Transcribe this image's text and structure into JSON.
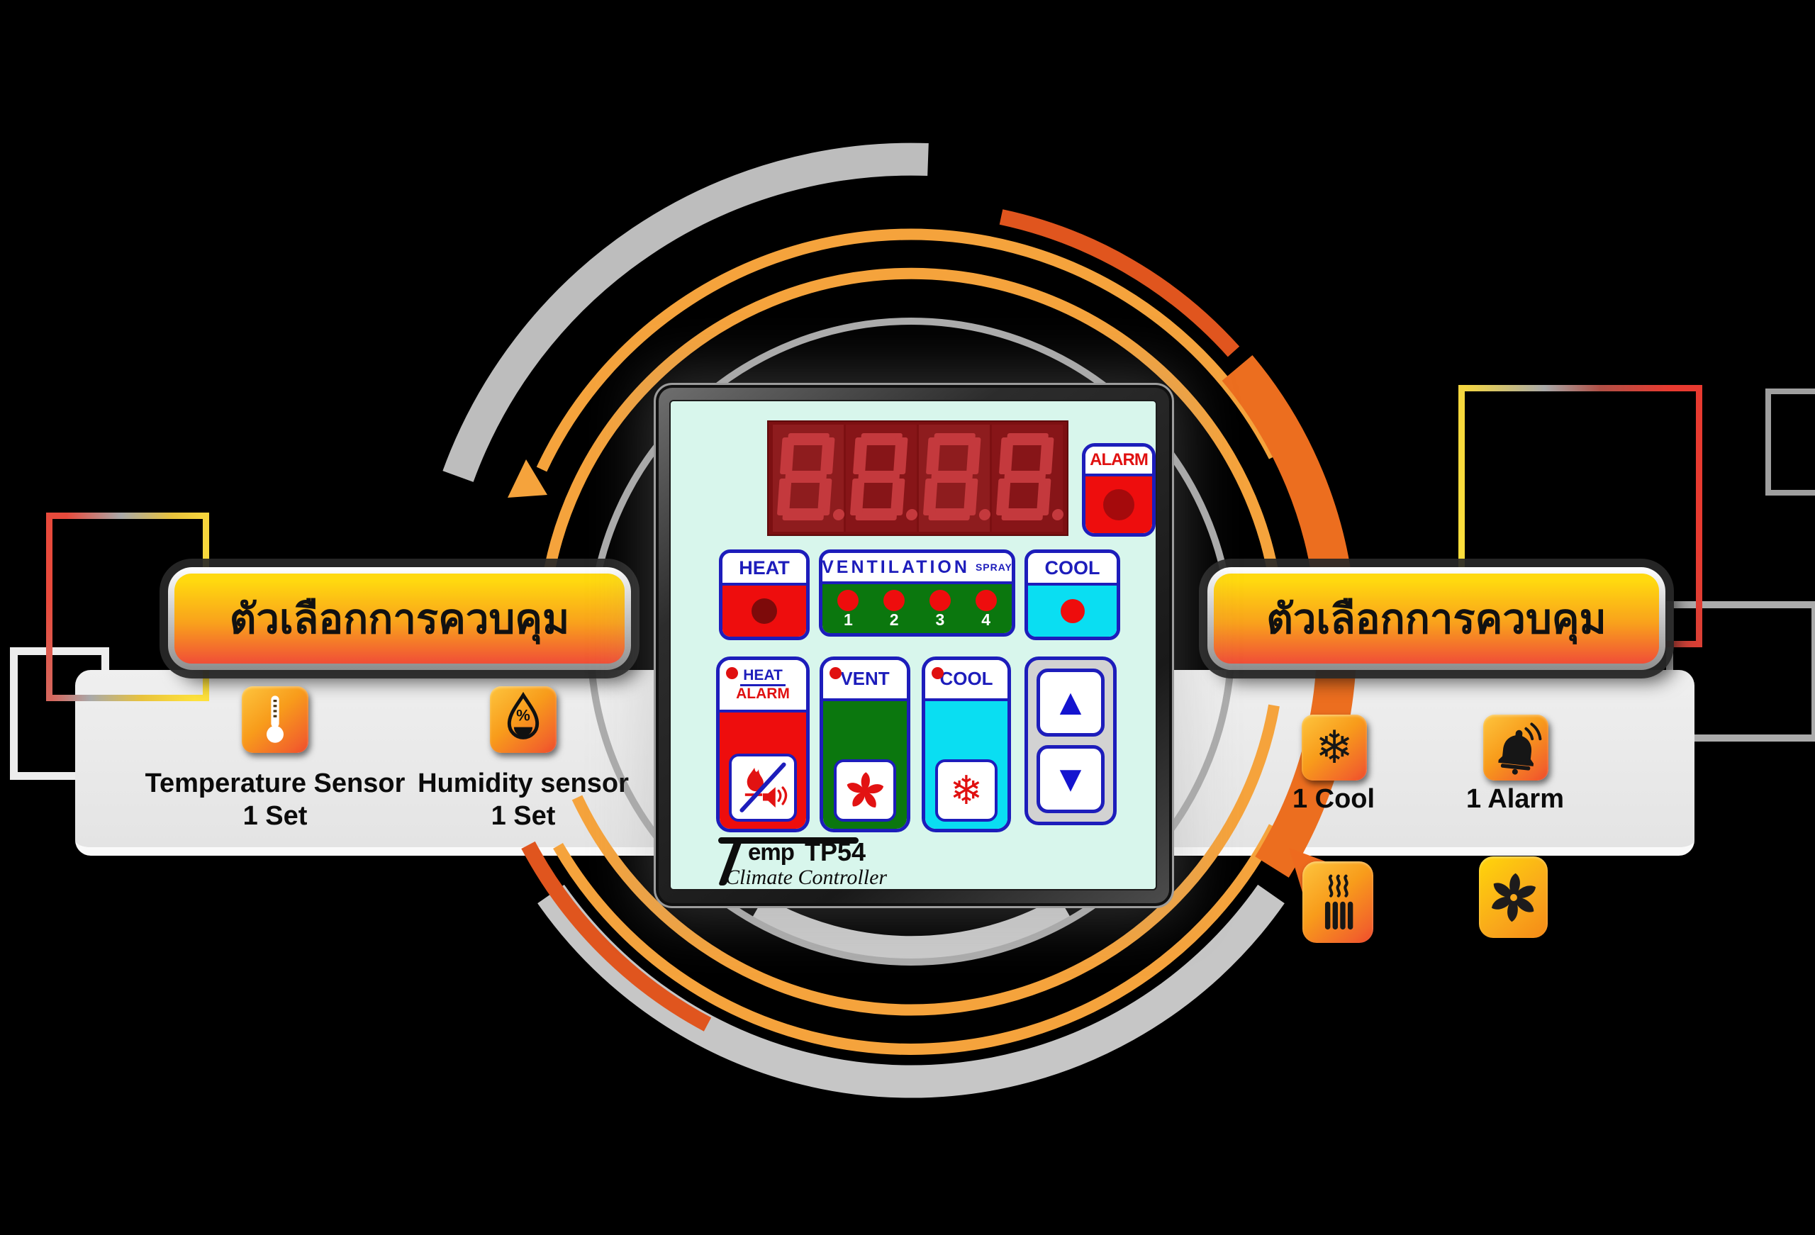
{
  "banner_left": {
    "text": "ตัวเลือกการควบคุม"
  },
  "banner_right": {
    "text": "ตัวเลือกการควบคุม"
  },
  "sensors": {
    "items": [
      {
        "icon": "thermometer-icon",
        "label": "Temperature Sensor",
        "qty": "1 Set"
      },
      {
        "icon": "humidity-icon",
        "label": "Humidity sensor",
        "qty": "1 Set"
      }
    ]
  },
  "outputs": {
    "cool_label": "1 Cool",
    "alarm_label": "1 Alarm"
  },
  "icons": {
    "snowflake": "❄",
    "up": "▲",
    "down": "▼",
    "percent": "%"
  },
  "device": {
    "display": {
      "digits": "8888",
      "decimal_points": true
    },
    "alarm_button": {
      "label": "ALARM"
    },
    "heat_button": {
      "label": "HEAT"
    },
    "ventilation_button": {
      "label": "VENTILATION",
      "sub_label": "SPRAY",
      "led_numbers": [
        "1",
        "2",
        "3",
        "4"
      ]
    },
    "cool_button": {
      "label": "COOL"
    },
    "heat_alarm_button": {
      "top": "HEAT",
      "bottom": "ALARM"
    },
    "vent_button": {
      "label": "VENT"
    },
    "cool_mode_button": {
      "label": "COOL"
    },
    "brand": {
      "t": "T",
      "rest": "emp",
      "model": "TP54",
      "tagline": "Climate Controller"
    }
  },
  "colors": {
    "accent_amber": "#F5A33C",
    "deep_orange": "#EC6E1F",
    "banner_yellow": "#FFD90F",
    "banner_red": "#F04E37",
    "panel_mint": "#D8F6EC",
    "led_red": "#EE0D0D",
    "display_segment_red": "#C4393D",
    "display_background": "#7C1012",
    "button_border_blue": "#1D1DBB",
    "vent_green": "#0B770E",
    "cool_cyan": "#0ADEF2"
  }
}
